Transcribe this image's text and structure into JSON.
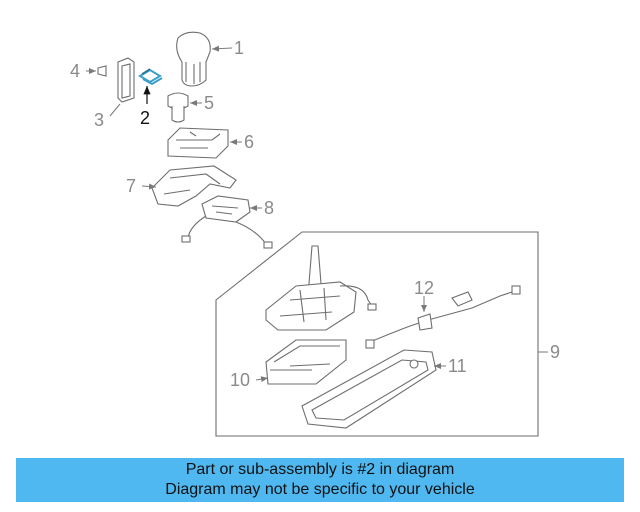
{
  "callouts": {
    "c1": "1",
    "c2": "2",
    "c3": "3",
    "c4": "4",
    "c5": "5",
    "c6": "6",
    "c7": "7",
    "c8": "8",
    "c9": "9",
    "c10": "10",
    "c11": "11",
    "c12": "12"
  },
  "highlight_color": "#3a9fc8",
  "banner": {
    "line1": "Part or sub-assembly is #2 in diagram",
    "line2": "Diagram may not be specific to your vehicle",
    "color": "#4fb8f0"
  }
}
